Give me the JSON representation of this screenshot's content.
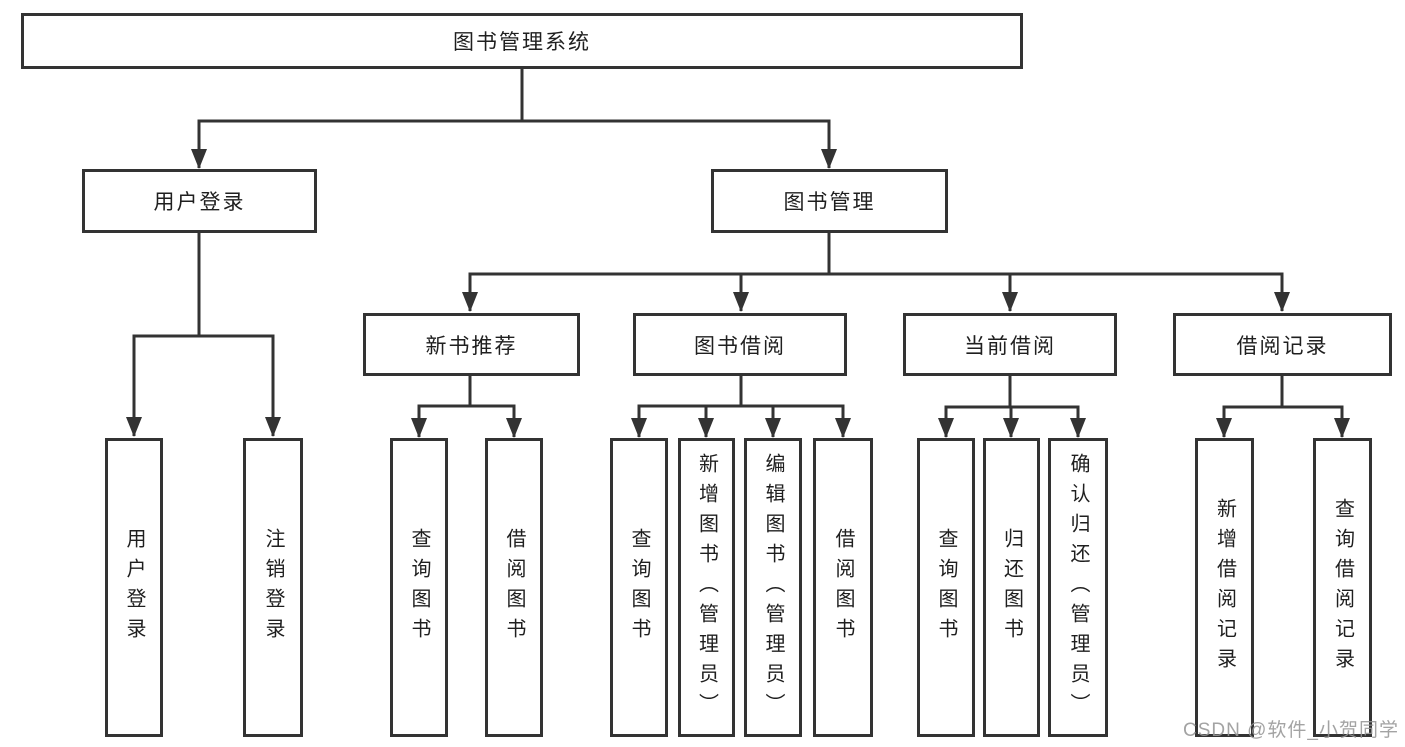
{
  "diagram": {
    "type": "hierarchy-tree",
    "colors": {
      "line": "#333333",
      "text": "#1f1f1f",
      "background": "#ffffff",
      "watermark": "#969696"
    },
    "tree": {
      "label": "图书管理系统",
      "children": [
        {
          "label": "用户登录",
          "children": [
            {
              "label": "用户登录"
            },
            {
              "label": "注销登录"
            }
          ]
        },
        {
          "label": "图书管理",
          "children": [
            {
              "label": "新书推荐",
              "children": [
                {
                  "label": "查询图书"
                },
                {
                  "label": "借阅图书"
                }
              ]
            },
            {
              "label": "图书借阅",
              "children": [
                {
                  "label": "查询图书"
                },
                {
                  "label": "新增图书（管理员）"
                },
                {
                  "label": "编辑图书（管理员）"
                },
                {
                  "label": "借阅图书"
                }
              ]
            },
            {
              "label": "当前借阅",
              "children": [
                {
                  "label": "查询图书"
                },
                {
                  "label": "归还图书"
                },
                {
                  "label": "确认归还（管理员）"
                }
              ]
            },
            {
              "label": "借阅记录",
              "children": [
                {
                  "label": "新增借阅记录"
                },
                {
                  "label": "查询借阅记录"
                }
              ]
            }
          ]
        }
      ]
    },
    "watermark": {
      "text": "CSDN @软件_小贺同学"
    }
  }
}
